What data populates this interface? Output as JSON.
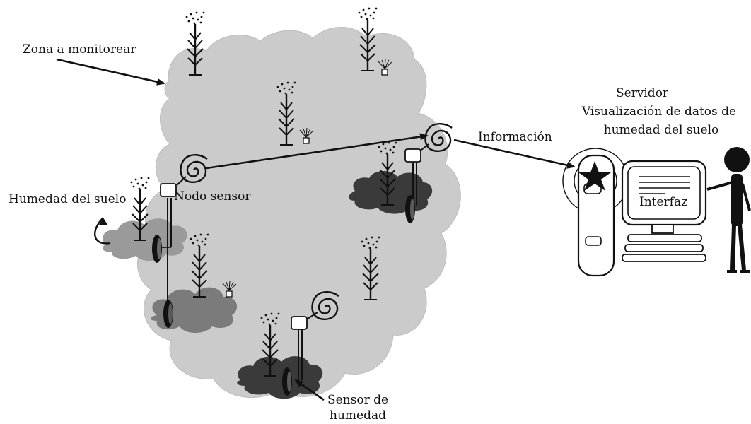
{
  "labels": {
    "zone": "Zona a monitorear",
    "soil_moisture": "Humedad del suelo",
    "sensor_node": "Nodo sensor",
    "information": "Información",
    "server": "Servidor",
    "visualization_line1": "Visualización de datos de",
    "visualization_line2": "humedad del suelo",
    "interface": "Interfaz",
    "moisture_sensor_line1": "Sensor de",
    "moisture_sensor_line2": "humedad"
  },
  "colors": {
    "zone_fill": "#cbcbcb",
    "soil_light": "#9a9a9a",
    "soil_dark": "#3a3a3a",
    "stroke": "#111111"
  }
}
